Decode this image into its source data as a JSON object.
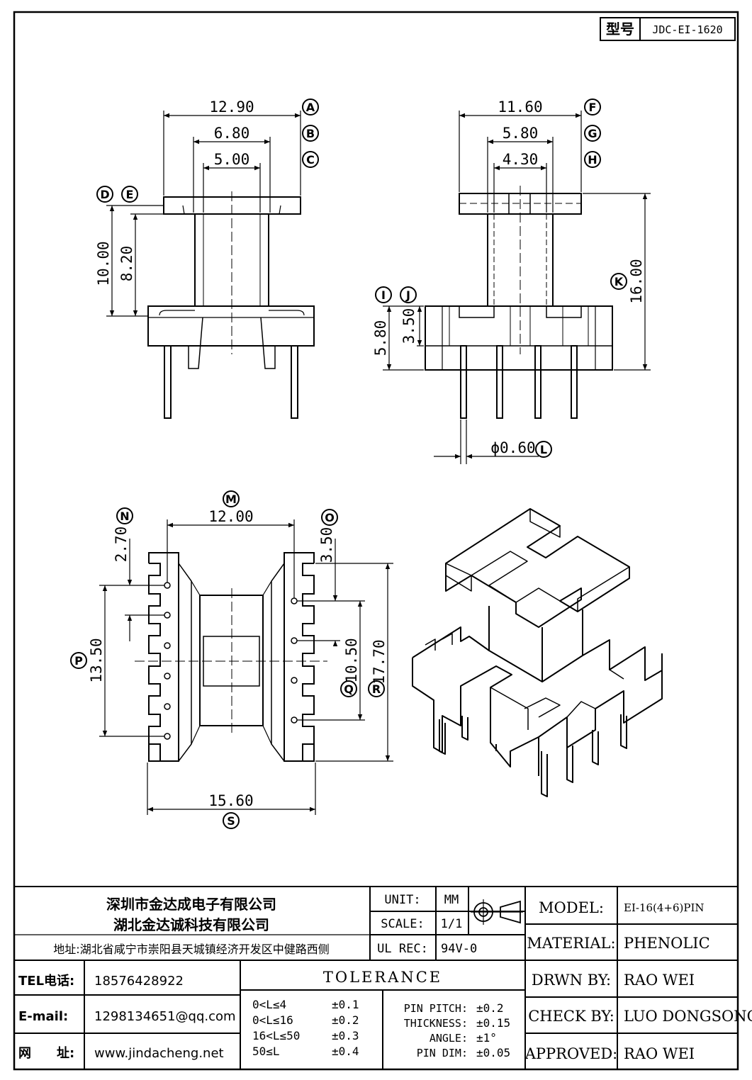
{
  "model_box": {
    "label": "型号",
    "value": "JDC-EI-1620"
  },
  "dims": {
    "A": "12.90",
    "B": "6.80",
    "C": "5.00",
    "D": "10.00",
    "E": "8.20",
    "F": "11.60",
    "G": "5.80",
    "H": "4.30",
    "I": "5.80",
    "J": "3.50",
    "K": "16.00",
    "L": "ϕ0.60",
    "M": "12.00",
    "N": "2.70",
    "O": "3.50",
    "P": "13.50",
    "Q": "10.50",
    "R": "17.70",
    "S": "15.60"
  },
  "title_block": {
    "company1": "深圳市金达成电子有限公司",
    "company2": "湖北金达诚科技有限公司",
    "address": "地址:湖北省咸宁市崇阳县天城镇经济开发区中健路西侧",
    "tel_label": "TEL电话:",
    "tel": "18576428922",
    "email_label": "E-mail:",
    "email": "1298134651@qq.com",
    "web_label": "网　　址:",
    "web": "www.jindacheng.net",
    "unit_label": "UNIT:",
    "unit": "MM",
    "scale_label": "SCALE:",
    "scale": "1/1",
    "ulrec_label": "UL REC:",
    "ulrec": "94V-0",
    "tolerance_title": "TOLERANCE",
    "tolerances": [
      {
        "range": "0<L≤4",
        "value": "±0.1"
      },
      {
        "range": "0<L≤16",
        "value": "±0.2"
      },
      {
        "range": "16<L≤50",
        "value": "±0.3"
      },
      {
        "range": "50≤L",
        "value": "±0.4"
      }
    ],
    "pin_tol": [
      {
        "label": "PIN PITCH:",
        "value": "±0.2"
      },
      {
        "label": "THICKNESS:",
        "value": "±0.15"
      },
      {
        "label": "ANGLE:",
        "value": "±1°"
      },
      {
        "label": "PIN DIM:",
        "value": "±0.05"
      }
    ],
    "model_label": "MODEL:",
    "model": "EI-16(4+6)PIN",
    "material_label": "MATERIAL:",
    "material": "PHENOLIC",
    "drwn_label": "DRWN BY:",
    "drwn": "RAO WEI",
    "check_label": "CHECK BY:",
    "check": "LUO DONGSONG",
    "approved_label": "APPROVED:",
    "approved": "RAO WEI"
  }
}
